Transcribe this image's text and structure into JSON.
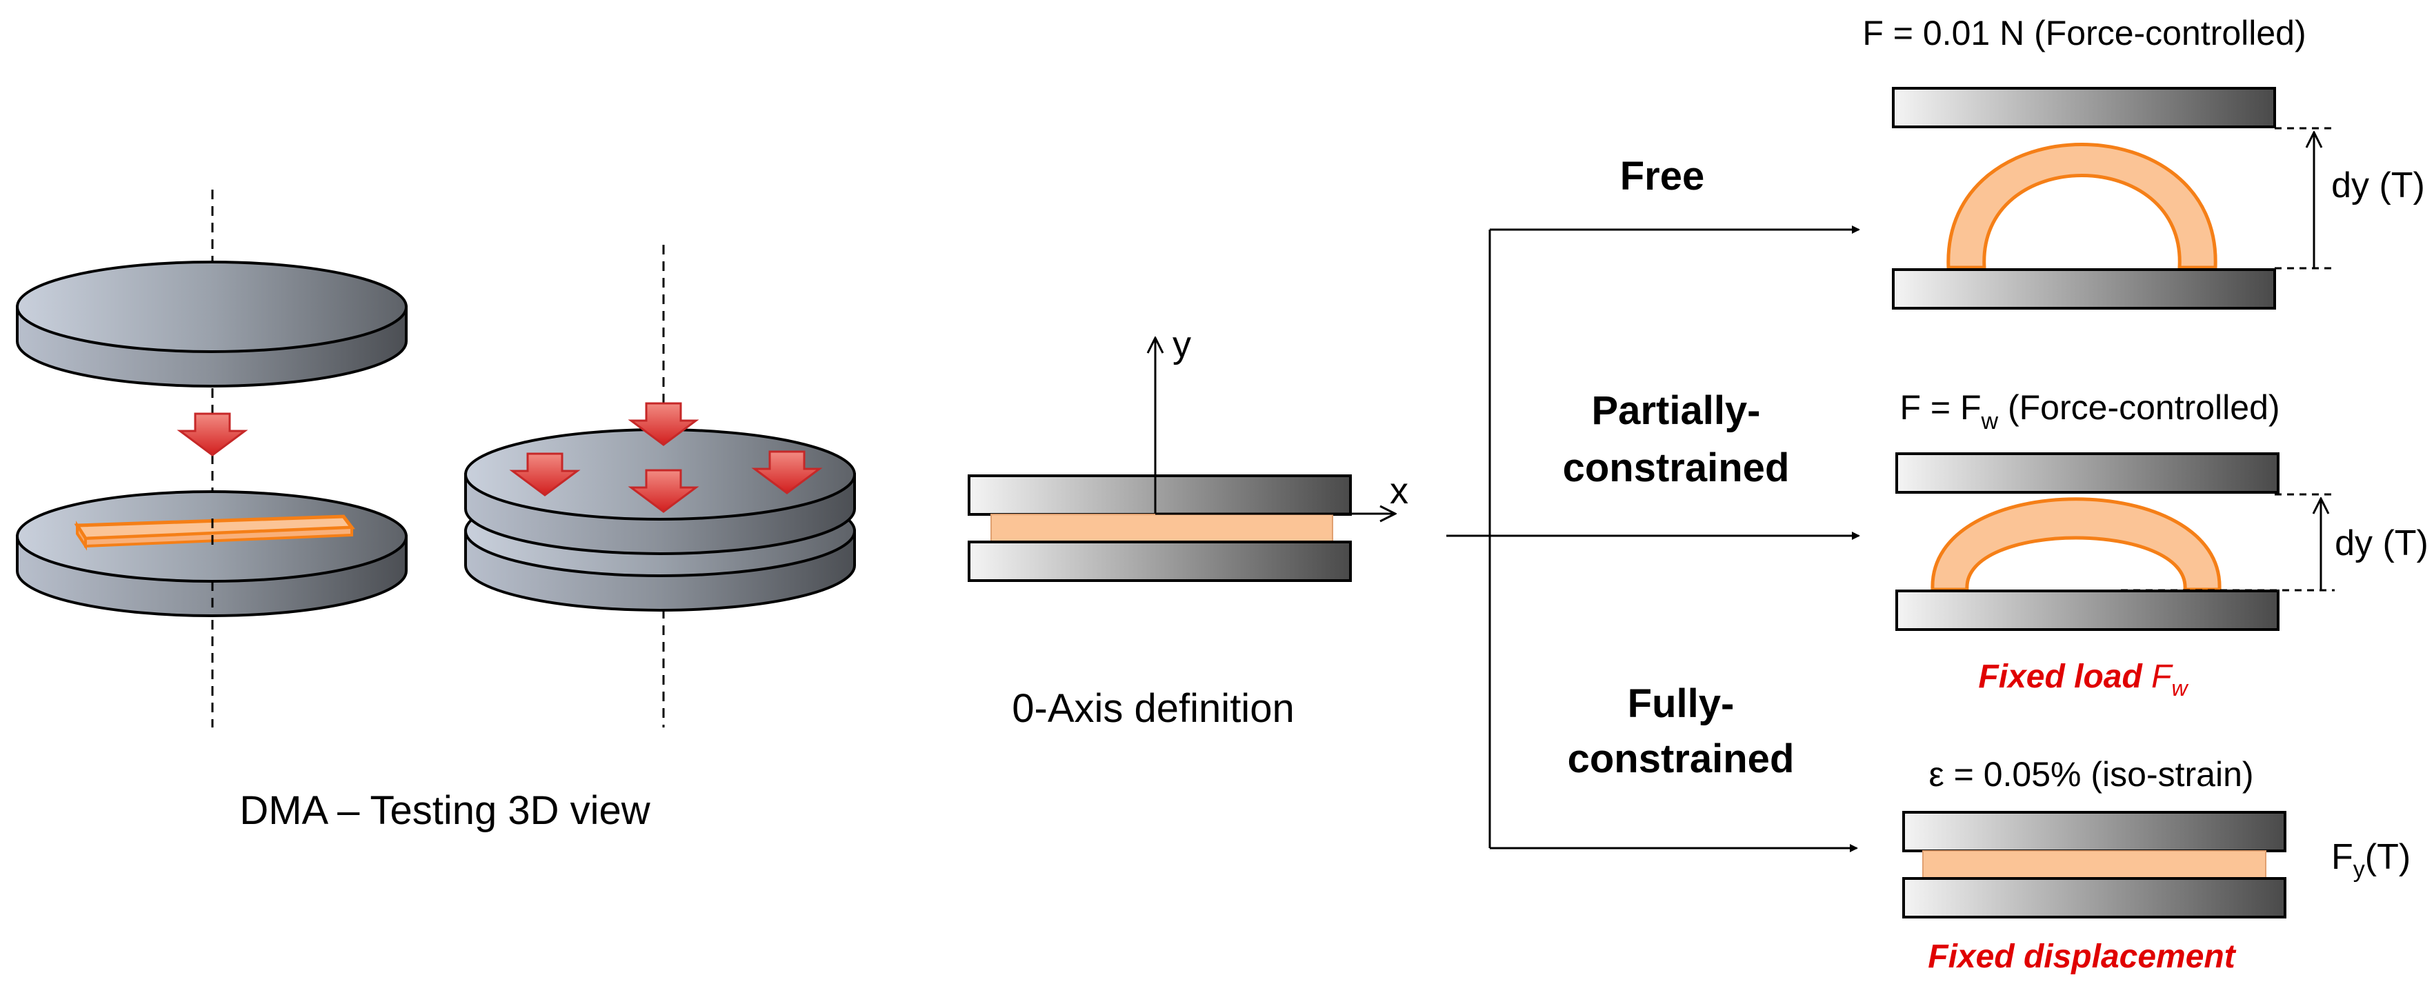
{
  "labels": {
    "dma_caption": "DMA – Testing 3D view",
    "axis_caption": "0-Axis definition",
    "axis_y": "y",
    "axis_x": "x"
  },
  "cases": {
    "free": {
      "name": "Free",
      "condition": "F = 0.01 N (Force-controlled)",
      "measure": "dy (T)"
    },
    "partial": {
      "name_line1": "Partially-",
      "name_line2": "constrained",
      "condition_prefix": "F = F",
      "condition_sub": "w",
      "condition_suffix": " (Force-controlled)",
      "measure": "dy (T)",
      "note_prefix": "Fixed load ",
      "note_symbol": "F",
      "note_sub": "w"
    },
    "full": {
      "name_line1": "Fully-",
      "name_line2": "constrained",
      "condition": "ε = 0.05% (iso-strain)",
      "measure_prefix": "F",
      "measure_sub": "y",
      "measure_suffix": "(T)",
      "note": "Fixed displacement"
    }
  },
  "colors": {
    "sample_fill": "#fbc496",
    "sample_edge": "#f57f17",
    "arrow_red": "#e53935",
    "label_red": "#e00000",
    "plate_dark": "#4a4a4a",
    "plate_light": "#f4f4f4"
  }
}
